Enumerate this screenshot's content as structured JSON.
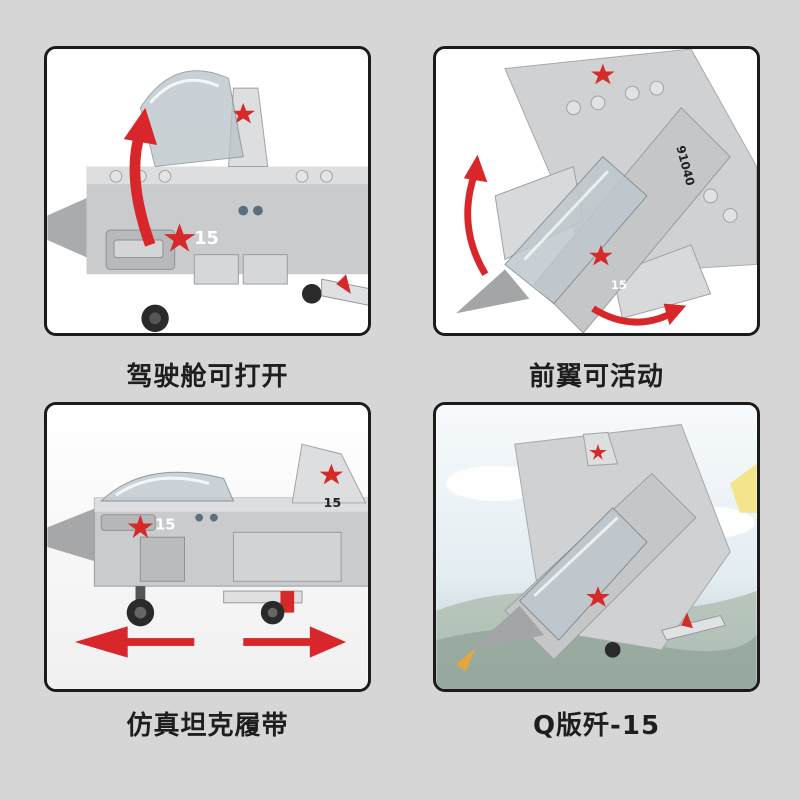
{
  "panels": [
    {
      "caption": "驾驶舱可打开",
      "marking": "15"
    },
    {
      "caption": "前翼可活动",
      "marking": "15",
      "serial": "91040"
    },
    {
      "caption": "仿真坦克履带",
      "marking": "15",
      "tail_marking": "15"
    },
    {
      "caption": "Q版歼-15"
    }
  ],
  "colors": {
    "background": "#d6d6d6",
    "panel_border": "#1b1b1b",
    "brick_gray": "#c9cbcd",
    "star_red": "#d62a2a",
    "arrow_red": "#d9262b"
  }
}
